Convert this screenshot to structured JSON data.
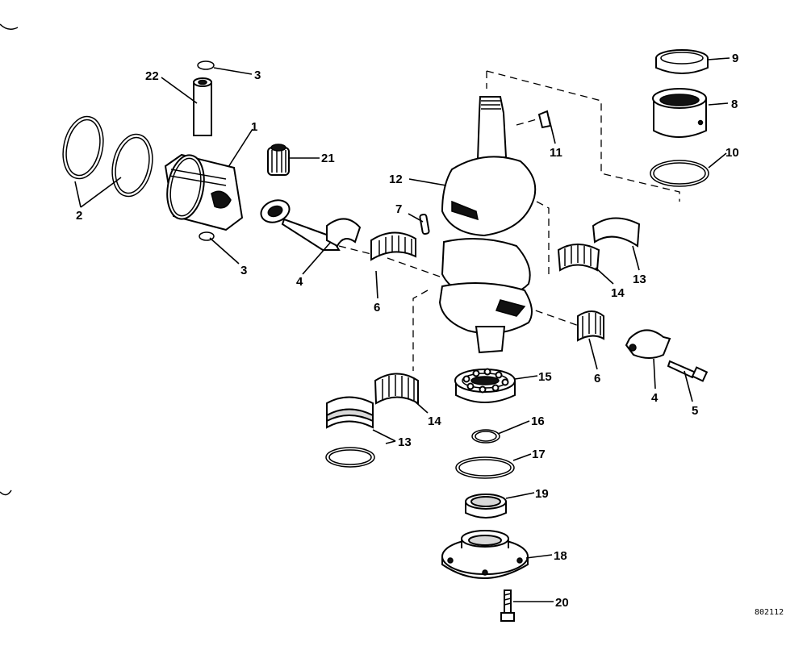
{
  "figure_number": "802112",
  "callouts": [
    {
      "id": "c1",
      "label": "1"
    },
    {
      "id": "c2",
      "label": "2"
    },
    {
      "id": "c3a",
      "label": "3"
    },
    {
      "id": "c3b",
      "label": "3"
    },
    {
      "id": "c4a",
      "label": "4"
    },
    {
      "id": "c4b",
      "label": "4"
    },
    {
      "id": "c5",
      "label": "5"
    },
    {
      "id": "c6a",
      "label": "6"
    },
    {
      "id": "c6b",
      "label": "6"
    },
    {
      "id": "c7",
      "label": "7"
    },
    {
      "id": "c8",
      "label": "8"
    },
    {
      "id": "c9",
      "label": "9"
    },
    {
      "id": "c10",
      "label": "10"
    },
    {
      "id": "c11",
      "label": "11"
    },
    {
      "id": "c12",
      "label": "12"
    },
    {
      "id": "c13a",
      "label": "13"
    },
    {
      "id": "c13b",
      "label": "13"
    },
    {
      "id": "c14a",
      "label": "14"
    },
    {
      "id": "c14b",
      "label": "14"
    },
    {
      "id": "c15",
      "label": "15"
    },
    {
      "id": "c16",
      "label": "16"
    },
    {
      "id": "c17",
      "label": "17"
    },
    {
      "id": "c18",
      "label": "18"
    },
    {
      "id": "c19",
      "label": "19"
    },
    {
      "id": "c20",
      "label": "20"
    },
    {
      "id": "c21",
      "label": "21"
    },
    {
      "id": "c22",
      "label": "22"
    }
  ]
}
